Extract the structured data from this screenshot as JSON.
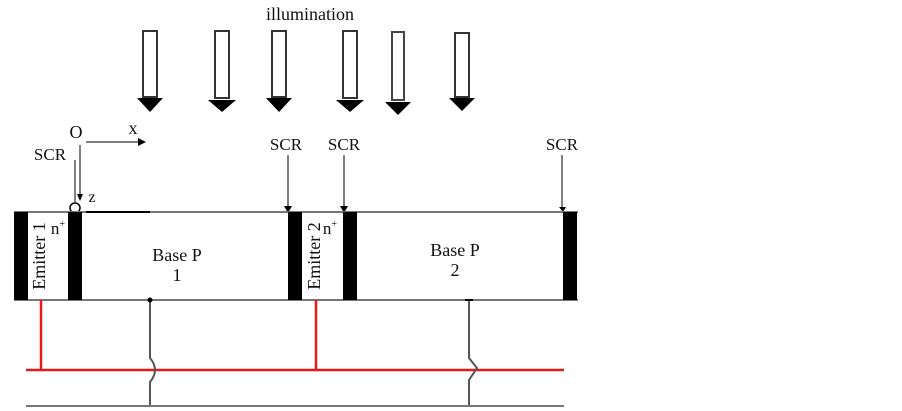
{
  "diagram": {
    "title": "illumination",
    "axis": {
      "origin": "O",
      "x": "x",
      "z": "z"
    },
    "scr_labels": [
      "SCR",
      "SCR",
      "SCR",
      "SCR"
    ],
    "emitters": [
      {
        "label": "Emitter 1",
        "doping": "n",
        "doping_sup": "+"
      },
      {
        "label": "Emitter 2",
        "doping": "n",
        "doping_sup": "+"
      }
    ],
    "bases": [
      {
        "line1": "Base P",
        "line2": "1"
      },
      {
        "line1": "Base P",
        "line2": "2"
      }
    ],
    "colors": {
      "emitter_wire": "#e8191c",
      "base_wire": "#555555",
      "junction": "#000000",
      "outline": "#777777"
    },
    "illumination_arrow_count": 6
  }
}
